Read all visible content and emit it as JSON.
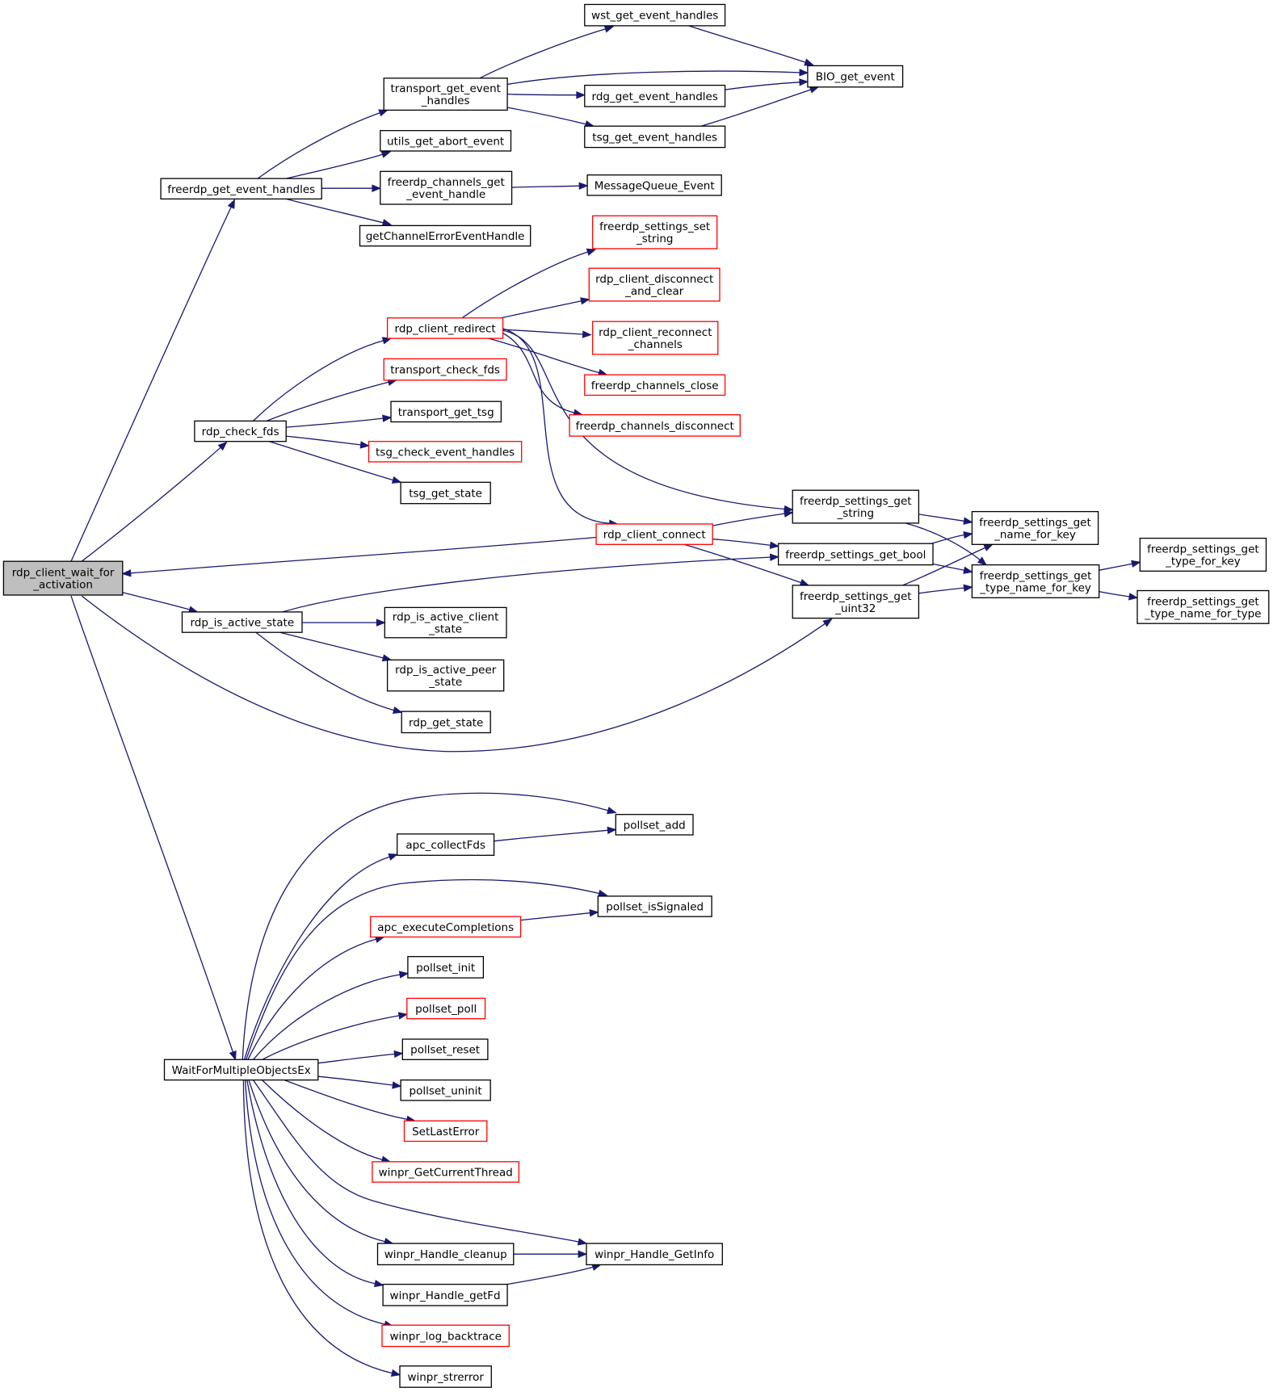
{
  "colors": {
    "edge": "#191970",
    "node_border_default": "#000000",
    "node_border_incomplete": "#ff0000",
    "node_fill": "#ffffff",
    "focus_fill": "#bfbfbf"
  },
  "nodes": [
    {
      "id": "rdp_client_wait_for_activation",
      "lines": [
        "rdp_client_wait_for",
        "_activation"
      ],
      "style": "focus"
    },
    {
      "id": "freerdp_get_event_handles",
      "lines": [
        "freerdp_get_event_handles"
      ],
      "style": "default"
    },
    {
      "id": "transport_get_event_handles",
      "lines": [
        "transport_get_event",
        "_handles"
      ],
      "style": "default"
    },
    {
      "id": "wst_get_event_handles",
      "lines": [
        "wst_get_event_handles"
      ],
      "style": "default"
    },
    {
      "id": "BIO_get_event",
      "lines": [
        "BIO_get_event"
      ],
      "style": "default"
    },
    {
      "id": "rdg_get_event_handles",
      "lines": [
        "rdg_get_event_handles"
      ],
      "style": "default"
    },
    {
      "id": "tsg_get_event_handles",
      "lines": [
        "tsg_get_event_handles"
      ],
      "style": "default"
    },
    {
      "id": "utils_get_abort_event",
      "lines": [
        "utils_get_abort_event"
      ],
      "style": "default"
    },
    {
      "id": "freerdp_channels_get_event_handle",
      "lines": [
        "freerdp_channels_get",
        "_event_handle"
      ],
      "style": "default"
    },
    {
      "id": "MessageQueue_Event",
      "lines": [
        "MessageQueue_Event"
      ],
      "style": "default"
    },
    {
      "id": "getChannelErrorEventHandle",
      "lines": [
        "getChannelErrorEventHandle"
      ],
      "style": "default"
    },
    {
      "id": "freerdp_settings_set_string",
      "lines": [
        "freerdp_settings_set",
        "_string"
      ],
      "style": "incomplete"
    },
    {
      "id": "rdp_client_disconnect_and_clear",
      "lines": [
        "rdp_client_disconnect",
        "_and_clear"
      ],
      "style": "incomplete"
    },
    {
      "id": "rdp_client_redirect",
      "lines": [
        "rdp_client_redirect"
      ],
      "style": "incomplete"
    },
    {
      "id": "rdp_client_reconnect_channels",
      "lines": [
        "rdp_client_reconnect",
        "_channels"
      ],
      "style": "incomplete"
    },
    {
      "id": "transport_check_fds",
      "lines": [
        "transport_check_fds"
      ],
      "style": "incomplete"
    },
    {
      "id": "freerdp_channels_close",
      "lines": [
        "freerdp_channels_close"
      ],
      "style": "incomplete"
    },
    {
      "id": "transport_get_tsg",
      "lines": [
        "transport_get_tsg"
      ],
      "style": "default"
    },
    {
      "id": "freerdp_channels_disconnect",
      "lines": [
        "freerdp_channels_disconnect"
      ],
      "style": "incomplete"
    },
    {
      "id": "rdp_check_fds",
      "lines": [
        "rdp_check_fds"
      ],
      "style": "default"
    },
    {
      "id": "tsg_check_event_handles",
      "lines": [
        "tsg_check_event_handles"
      ],
      "style": "incomplete"
    },
    {
      "id": "tsg_get_state",
      "lines": [
        "tsg_get_state"
      ],
      "style": "default"
    },
    {
      "id": "freerdp_settings_get_string",
      "lines": [
        "freerdp_settings_get",
        "_string"
      ],
      "style": "default"
    },
    {
      "id": "freerdp_settings_get_name_for_key",
      "lines": [
        "freerdp_settings_get",
        "_name_for_key"
      ],
      "style": "default"
    },
    {
      "id": "rdp_client_connect",
      "lines": [
        "rdp_client_connect"
      ],
      "style": "incomplete"
    },
    {
      "id": "freerdp_settings_get_bool",
      "lines": [
        "freerdp_settings_get_bool"
      ],
      "style": "default"
    },
    {
      "id": "freerdp_settings_get_type_for_key",
      "lines": [
        "freerdp_settings_get",
        "_type_for_key"
      ],
      "style": "default"
    },
    {
      "id": "freerdp_settings_get_type_name_for_key",
      "lines": [
        "freerdp_settings_get",
        "_type_name_for_key"
      ],
      "style": "default"
    },
    {
      "id": "freerdp_settings_get_uint32",
      "lines": [
        "freerdp_settings_get",
        "_uint32"
      ],
      "style": "default"
    },
    {
      "id": "freerdp_settings_get_type_name_for_type",
      "lines": [
        "freerdp_settings_get",
        "_type_name_for_type"
      ],
      "style": "default"
    },
    {
      "id": "rdp_is_active_state",
      "lines": [
        "rdp_is_active_state"
      ],
      "style": "default"
    },
    {
      "id": "rdp_is_active_client_state",
      "lines": [
        "rdp_is_active_client",
        "_state"
      ],
      "style": "default"
    },
    {
      "id": "rdp_is_active_peer_state",
      "lines": [
        "rdp_is_active_peer",
        "_state"
      ],
      "style": "default"
    },
    {
      "id": "rdp_get_state",
      "lines": [
        "rdp_get_state"
      ],
      "style": "default"
    },
    {
      "id": "pollset_add",
      "lines": [
        "pollset_add"
      ],
      "style": "default"
    },
    {
      "id": "apc_collectFds",
      "lines": [
        "apc_collectFds"
      ],
      "style": "default"
    },
    {
      "id": "pollset_isSignaled",
      "lines": [
        "pollset_isSignaled"
      ],
      "style": "default"
    },
    {
      "id": "apc_executeCompletions",
      "lines": [
        "apc_executeCompletions"
      ],
      "style": "incomplete"
    },
    {
      "id": "pollset_init",
      "lines": [
        "pollset_init"
      ],
      "style": "default"
    },
    {
      "id": "pollset_poll",
      "lines": [
        "pollset_poll"
      ],
      "style": "incomplete"
    },
    {
      "id": "WaitForMultipleObjectsEx",
      "lines": [
        "WaitForMultipleObjectsEx"
      ],
      "style": "default"
    },
    {
      "id": "pollset_reset",
      "lines": [
        "pollset_reset"
      ],
      "style": "default"
    },
    {
      "id": "pollset_uninit",
      "lines": [
        "pollset_uninit"
      ],
      "style": "default"
    },
    {
      "id": "SetLastError",
      "lines": [
        "SetLastError"
      ],
      "style": "incomplete"
    },
    {
      "id": "winpr_GetCurrentThread",
      "lines": [
        "winpr_GetCurrentThread"
      ],
      "style": "incomplete"
    },
    {
      "id": "winpr_Handle_cleanup",
      "lines": [
        "winpr_Handle_cleanup"
      ],
      "style": "default"
    },
    {
      "id": "winpr_Handle_GetInfo",
      "lines": [
        "winpr_Handle_GetInfo"
      ],
      "style": "default"
    },
    {
      "id": "winpr_Handle_getFd",
      "lines": [
        "winpr_Handle_getFd"
      ],
      "style": "default"
    },
    {
      "id": "winpr_log_backtrace",
      "lines": [
        "winpr_log_backtrace"
      ],
      "style": "incomplete"
    },
    {
      "id": "winpr_strerror",
      "lines": [
        "winpr_strerror"
      ],
      "style": "default"
    }
  ],
  "edges": [
    {
      "from": "rdp_client_wait_for_activation",
      "to": "freerdp_get_event_handles"
    },
    {
      "from": "freerdp_get_event_handles",
      "to": "transport_get_event_handles"
    },
    {
      "from": "transport_get_event_handles",
      "to": "wst_get_event_handles"
    },
    {
      "from": "transport_get_event_handles",
      "to": "BIO_get_event"
    },
    {
      "from": "wst_get_event_handles",
      "to": "BIO_get_event"
    },
    {
      "from": "transport_get_event_handles",
      "to": "rdg_get_event_handles"
    },
    {
      "from": "rdg_get_event_handles",
      "to": "BIO_get_event"
    },
    {
      "from": "transport_get_event_handles",
      "to": "tsg_get_event_handles"
    },
    {
      "from": "tsg_get_event_handles",
      "to": "BIO_get_event"
    },
    {
      "from": "freerdp_get_event_handles",
      "to": "utils_get_abort_event"
    },
    {
      "from": "freerdp_get_event_handles",
      "to": "freerdp_channels_get_event_handle"
    },
    {
      "from": "freerdp_channels_get_event_handle",
      "to": "MessageQueue_Event"
    },
    {
      "from": "freerdp_get_event_handles",
      "to": "getChannelErrorEventHandle"
    },
    {
      "from": "rdp_client_wait_for_activation",
      "to": "rdp_check_fds"
    },
    {
      "from": "rdp_check_fds",
      "to": "rdp_client_redirect"
    },
    {
      "from": "rdp_client_redirect",
      "to": "freerdp_settings_set_string"
    },
    {
      "from": "rdp_client_redirect",
      "to": "rdp_client_disconnect_and_clear"
    },
    {
      "from": "rdp_client_redirect",
      "to": "rdp_client_reconnect_channels"
    },
    {
      "from": "rdp_client_redirect",
      "to": "freerdp_channels_close"
    },
    {
      "from": "rdp_client_redirect",
      "to": "freerdp_channels_disconnect"
    },
    {
      "from": "rdp_client_redirect",
      "to": "freerdp_settings_get_string"
    },
    {
      "from": "rdp_client_redirect",
      "to": "rdp_client_connect"
    },
    {
      "from": "rdp_check_fds",
      "to": "transport_check_fds"
    },
    {
      "from": "rdp_check_fds",
      "to": "transport_get_tsg"
    },
    {
      "from": "rdp_check_fds",
      "to": "tsg_check_event_handles"
    },
    {
      "from": "rdp_check_fds",
      "to": "tsg_get_state"
    },
    {
      "from": "rdp_client_connect",
      "to": "rdp_client_wait_for_activation"
    },
    {
      "from": "rdp_client_connect",
      "to": "freerdp_settings_get_string"
    },
    {
      "from": "rdp_client_connect",
      "to": "freerdp_settings_get_bool"
    },
    {
      "from": "rdp_client_connect",
      "to": "freerdp_settings_get_uint32"
    },
    {
      "from": "freerdp_settings_get_string",
      "to": "freerdp_settings_get_name_for_key"
    },
    {
      "from": "freerdp_settings_get_string",
      "to": "freerdp_settings_get_type_name_for_key"
    },
    {
      "from": "freerdp_settings_get_bool",
      "to": "freerdp_settings_get_name_for_key"
    },
    {
      "from": "freerdp_settings_get_bool",
      "to": "freerdp_settings_get_type_name_for_key"
    },
    {
      "from": "freerdp_settings_get_uint32",
      "to": "freerdp_settings_get_name_for_key"
    },
    {
      "from": "freerdp_settings_get_uint32",
      "to": "freerdp_settings_get_type_name_for_key"
    },
    {
      "from": "freerdp_settings_get_type_name_for_key",
      "to": "freerdp_settings_get_type_for_key"
    },
    {
      "from": "freerdp_settings_get_type_name_for_key",
      "to": "freerdp_settings_get_type_name_for_type"
    },
    {
      "from": "rdp_client_wait_for_activation",
      "to": "rdp_is_active_state"
    },
    {
      "from": "rdp_is_active_state",
      "to": "freerdp_settings_get_bool"
    },
    {
      "from": "rdp_is_active_state",
      "to": "rdp_is_active_client_state"
    },
    {
      "from": "rdp_is_active_state",
      "to": "rdp_is_active_peer_state"
    },
    {
      "from": "rdp_is_active_state",
      "to": "rdp_get_state"
    },
    {
      "from": "rdp_client_wait_for_activation",
      "to": "freerdp_settings_get_uint32"
    },
    {
      "from": "rdp_client_wait_for_activation",
      "to": "WaitForMultipleObjectsEx"
    },
    {
      "from": "WaitForMultipleObjectsEx",
      "to": "pollset_add"
    },
    {
      "from": "WaitForMultipleObjectsEx",
      "to": "apc_collectFds"
    },
    {
      "from": "apc_collectFds",
      "to": "pollset_add"
    },
    {
      "from": "WaitForMultipleObjectsEx",
      "to": "pollset_isSignaled"
    },
    {
      "from": "WaitForMultipleObjectsEx",
      "to": "apc_executeCompletions"
    },
    {
      "from": "apc_executeCompletions",
      "to": "pollset_isSignaled"
    },
    {
      "from": "WaitForMultipleObjectsEx",
      "to": "pollset_init"
    },
    {
      "from": "WaitForMultipleObjectsEx",
      "to": "pollset_poll"
    },
    {
      "from": "WaitForMultipleObjectsEx",
      "to": "pollset_reset"
    },
    {
      "from": "WaitForMultipleObjectsEx",
      "to": "pollset_uninit"
    },
    {
      "from": "WaitForMultipleObjectsEx",
      "to": "SetLastError"
    },
    {
      "from": "WaitForMultipleObjectsEx",
      "to": "winpr_GetCurrentThread"
    },
    {
      "from": "WaitForMultipleObjectsEx",
      "to": "winpr_Handle_GetInfo"
    },
    {
      "from": "WaitForMultipleObjectsEx",
      "to": "winpr_Handle_cleanup"
    },
    {
      "from": "winpr_Handle_cleanup",
      "to": "winpr_Handle_GetInfo"
    },
    {
      "from": "WaitForMultipleObjectsEx",
      "to": "winpr_Handle_getFd"
    },
    {
      "from": "winpr_Handle_getFd",
      "to": "winpr_Handle_GetInfo"
    },
    {
      "from": "WaitForMultipleObjectsEx",
      "to": "winpr_log_backtrace"
    },
    {
      "from": "WaitForMultipleObjectsEx",
      "to": "winpr_strerror"
    }
  ]
}
